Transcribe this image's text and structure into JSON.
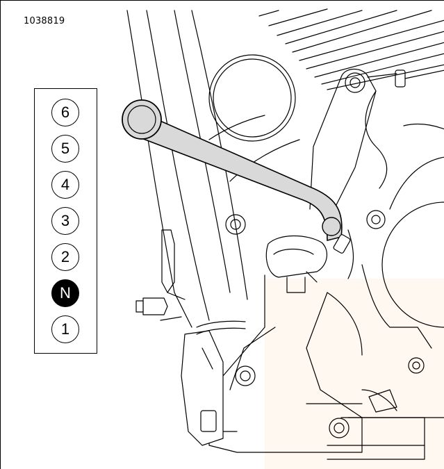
{
  "figure": {
    "id": "1038819"
  },
  "legend": {
    "gears": [
      {
        "label": "6",
        "active": false
      },
      {
        "label": "5",
        "active": false
      },
      {
        "label": "4",
        "active": false
      },
      {
        "label": "3",
        "active": false
      },
      {
        "label": "2",
        "active": false
      },
      {
        "label": "N",
        "active": true
      },
      {
        "label": "1",
        "active": false
      }
    ]
  },
  "colors": {
    "line": "#000000",
    "shift_lever_fill": "#d9d9d9",
    "active_gear_fill": "#000000",
    "background": "#ffffff"
  }
}
